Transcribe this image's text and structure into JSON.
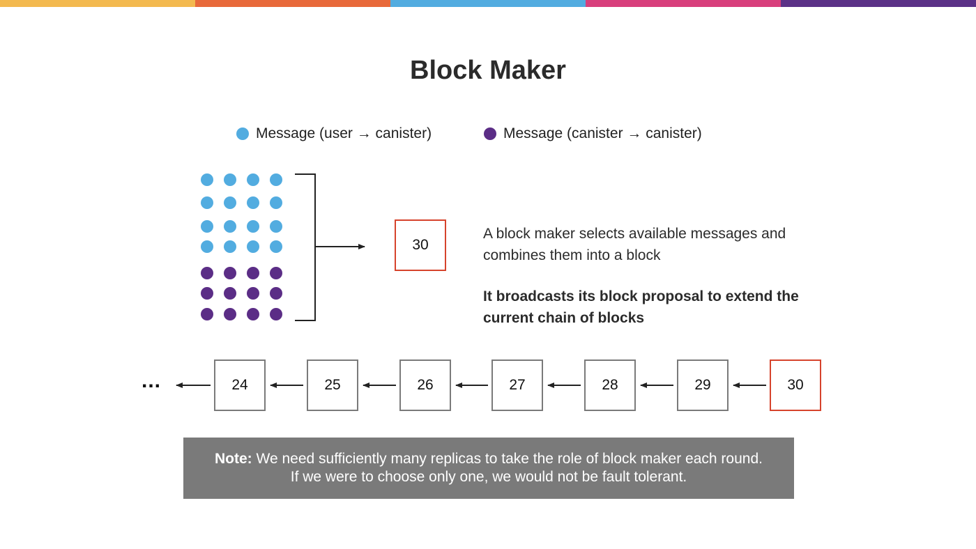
{
  "colors": {
    "topbar": [
      "#f3b94f",
      "#e8693a",
      "#52ace0",
      "#d83f7c",
      "#5b3187"
    ],
    "user_message": "#52ace0",
    "canister_message": "#5b2d86",
    "block_border": "#7a7a7a",
    "block_highlight": "#d6432c",
    "note_background": "#7a7a7a"
  },
  "title": "Block Maker",
  "legend": [
    {
      "label": "Message (user → canister)",
      "color": "#52ace0"
    },
    {
      "label": "Message (canister → canister)",
      "color": "#5b2d86"
    }
  ],
  "message_pool": {
    "user_rows": 4,
    "canister_rows": 3,
    "columns": 4
  },
  "proposed_block": {
    "label": "30"
  },
  "description": {
    "line1": "A block maker selects available messages and combines them into a block",
    "line2": "It broadcasts its block proposal to extend the current chain of blocks"
  },
  "chain": {
    "ellipsis": "...",
    "blocks": [
      "24",
      "25",
      "26",
      "27",
      "28",
      "29",
      "30"
    ],
    "highlight_index": 6
  },
  "note": {
    "prefix": "Note:",
    "line1": " We need sufficiently many replicas to take the role of block maker each round.",
    "line2": "If we were to choose only one, we would not be fault tolerant."
  }
}
